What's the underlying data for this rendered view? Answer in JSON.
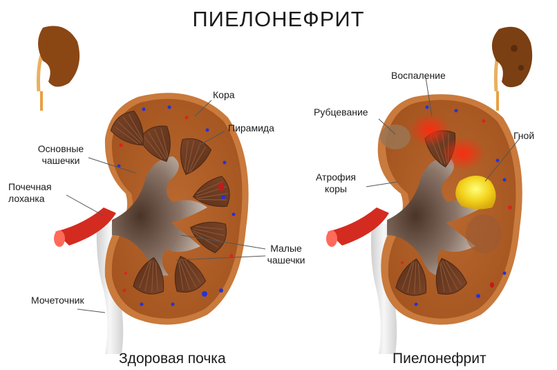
{
  "title": "ПИЕЛОНЕФРИТ",
  "healthy": {
    "caption": "Здоровая почка",
    "labels": {
      "cortex": "Кора",
      "pyramid": "Пирамида",
      "major_calyces_1": "Основные",
      "major_calyces_2": "чашечки",
      "pelvis_1": "Почечная",
      "pelvis_2": "лоханка",
      "minor_calyces_1": "Малые",
      "minor_calyces_2": "чашечки",
      "ureter": "Мочеточник"
    }
  },
  "diseased": {
    "caption": "Пиелонефрит",
    "labels": {
      "inflammation": "Воспаление",
      "scarring": "Рубцевание",
      "pus": "Гной",
      "atrophy_1": "Атрофия",
      "atrophy_2": "коры"
    }
  },
  "colors": {
    "cortex": "#b8642a",
    "capsule": "#c97a3c",
    "pyramid": "#6e3d22",
    "pelvis": "#8f7a6c",
    "artery": "#d42b20",
    "ureter": "#e6e6e6",
    "pus": "#f0d21a",
    "inflammation": "#e8351c"
  }
}
